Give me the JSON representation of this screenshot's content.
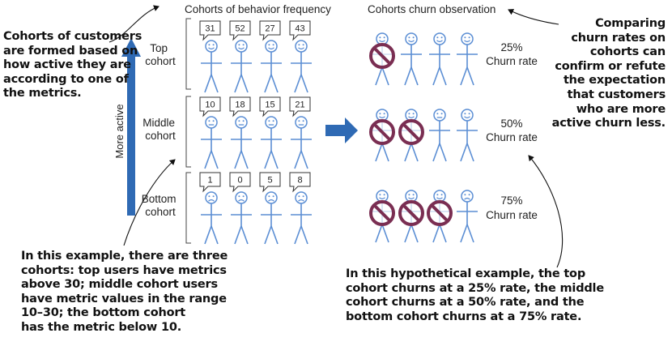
{
  "titles": {
    "left": "Cohorts of behavior frequency",
    "right": "Cohorts churn observation"
  },
  "axis_label": "More active",
  "cohorts": [
    {
      "label_lines": [
        "Top",
        "cohort"
      ],
      "values": [
        "31",
        "52",
        "27",
        "43"
      ],
      "face": "smile",
      "churned": [
        true,
        false,
        false,
        false
      ],
      "churn_pct": "25%",
      "churn_label": "Churn rate"
    },
    {
      "label_lines": [
        "Middle",
        "cohort"
      ],
      "values": [
        "10",
        "18",
        "15",
        "21"
      ],
      "face": "neutral",
      "churned": [
        true,
        true,
        false,
        false
      ],
      "churn_pct": "50%",
      "churn_label": "Churn rate"
    },
    {
      "label_lines": [
        "Bottom",
        "cohort"
      ],
      "values": [
        "1",
        "0",
        "5",
        "8"
      ],
      "face": "frown",
      "churned": [
        true,
        true,
        true,
        false
      ],
      "churn_pct": "75%",
      "churn_label": "Churn rate"
    }
  ],
  "right_faces": [
    [
      "smile",
      "smile",
      "smile",
      "smile"
    ],
    [
      "smile",
      "smile",
      "neutral",
      "smile"
    ],
    [
      "smile",
      "smile",
      "smile",
      "frown"
    ]
  ],
  "callouts": {
    "formed": [
      "Cohorts of customers",
      "are formed based on",
      "how active they are",
      "according to one of",
      "the metrics."
    ],
    "example": [
      "In this example, there are three",
      "cohorts: top users have metrics",
      "above 30; middle cohort users",
      "have metric values in the range",
      "10–30; the bottom cohort",
      "has the metric below 10."
    ],
    "compare": [
      "Comparing",
      "churn rates on",
      "cohorts can",
      "confirm or refute",
      "the expectation",
      "that customers",
      "who are more",
      "active churn less."
    ],
    "hypothetical": [
      "In this hypothetical example, the top",
      "cohort churns at a 25% rate, the middle",
      "cohort churns at a 50% rate, and the",
      "bottom cohort churns at a 75% rate."
    ]
  },
  "colors": {
    "figure": "#5b8ed4",
    "arrow": "#2f6ab4",
    "prohibit_ring": "#7a2e52",
    "prohibit_fill": "#ffffff",
    "text": "#222222"
  }
}
